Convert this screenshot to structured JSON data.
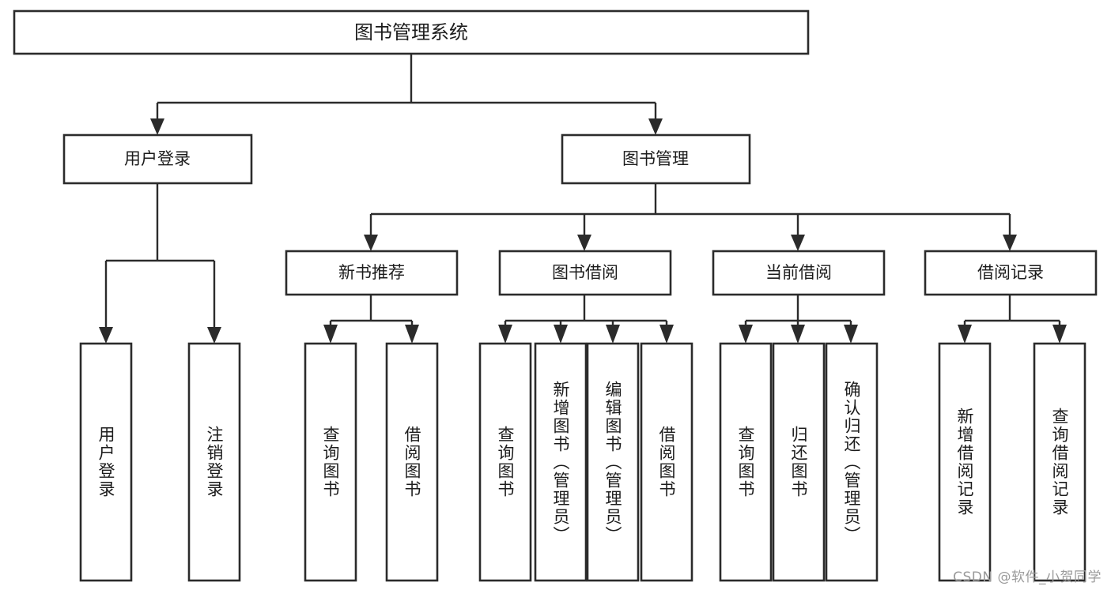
{
  "diagram": {
    "title": "图书管理系统",
    "type": "tree",
    "watermark": "CSDN @软件_小贺同学",
    "colors": {
      "box_stroke": "#2b2b2b",
      "box_fill": "#ffffff",
      "connector": "#2b2b2b",
      "text": "#1c1c1c",
      "watermark": "#9a9a9a",
      "background": "#ffffff"
    },
    "root": {
      "label": "图书管理系统"
    },
    "level2": [
      {
        "label": "用户登录"
      },
      {
        "label": "图书管理"
      }
    ],
    "level3": [
      {
        "label": "新书推荐"
      },
      {
        "label": "图书借阅"
      },
      {
        "label": "当前借阅"
      },
      {
        "label": "借阅记录"
      }
    ],
    "leaves": {
      "user_login": [
        {
          "label": "用户登录"
        },
        {
          "label": "注销登录"
        }
      ],
      "new_book_recommend": [
        {
          "label": "查询图书"
        },
        {
          "label": "借阅图书"
        }
      ],
      "book_borrow": [
        {
          "label": "查询图书"
        },
        {
          "label": "新增图书（管理员）"
        },
        {
          "label": "编辑图书（管理员）"
        },
        {
          "label": "借阅图书"
        }
      ],
      "current_borrow": [
        {
          "label": "查询图书"
        },
        {
          "label": "归还图书"
        },
        {
          "label": "确认归还（管理员）"
        }
      ],
      "borrow_record": [
        {
          "label": "新增借阅记录"
        },
        {
          "label": "查询借阅记录"
        }
      ]
    }
  }
}
